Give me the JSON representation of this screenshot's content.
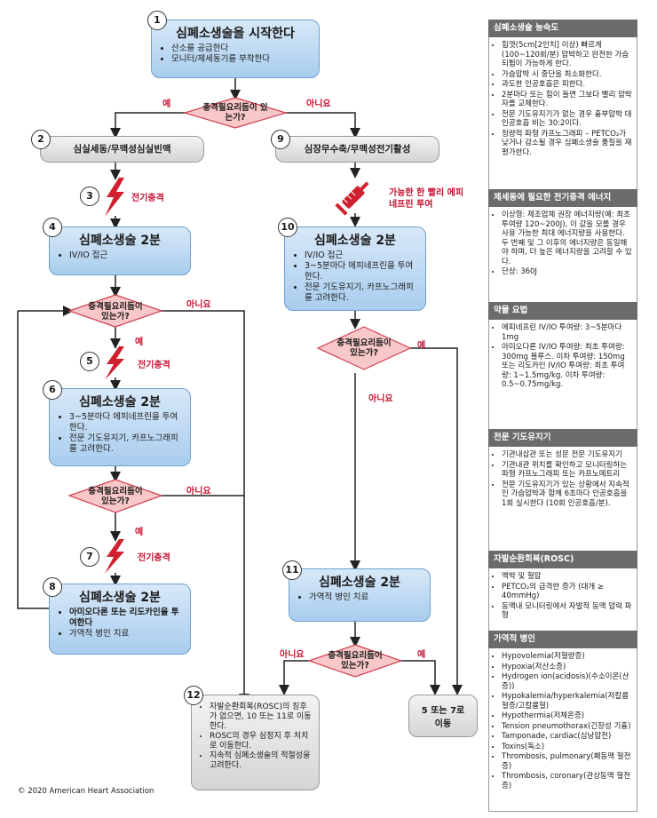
{
  "steps": {
    "s1": {
      "num": "1",
      "title": "심폐소생술을 시작한다",
      "items": [
        "산소를 공급한다",
        "모니터/제세동기를 부착한다"
      ]
    },
    "s2": {
      "num": "2",
      "title": "심실세동/무맥성심실빈맥"
    },
    "s3": {
      "num": "3",
      "label": "전기충격"
    },
    "s4": {
      "num": "4",
      "title": "심폐소생술 2분",
      "items": [
        "IV/IO 접근"
      ]
    },
    "s5": {
      "num": "5",
      "label": "전기충격"
    },
    "s6": {
      "num": "6",
      "title": "심폐소생술 2분",
      "items": [
        "3~5분마다 에피네프린을 투여한다.",
        "전문 기도유지기, 카프노그래피를 고려한다."
      ]
    },
    "s7": {
      "num": "7",
      "label": "전기충격"
    },
    "s8": {
      "num": "8",
      "title": "심폐소생술 2분",
      "items": [
        "아미오다론 또는 리도카인을 투여한다",
        "가역적 병인 치료"
      ]
    },
    "s9": {
      "num": "9",
      "title": "심장무수축/무맥성전기활성"
    },
    "s9b": {
      "label": "가능한 한 빨리 에피네프린 투여"
    },
    "s10": {
      "num": "10",
      "title": "심폐소생술 2분",
      "items": [
        "IV/IO 접근",
        "3~5분마다 에피네프린을 투여한다.",
        "전문 기도유지기, 카프노그래피를 고려한다."
      ]
    },
    "s11": {
      "num": "11",
      "title": "심폐소생술 2분",
      "items": [
        "가역적 병인 치료"
      ]
    },
    "s12": {
      "num": "12",
      "items": [
        "자발순환회복(ROSC)의 징후가 없으면, 10 또는 11로 이동한다.",
        "ROSC의 경우 심정지 후 처치로 이동한다.",
        "지속적 심폐소생술의 적절성을 고려한다."
      ]
    },
    "goto": {
      "label": "5 또는 7로 이동"
    }
  },
  "decisions": {
    "d1": {
      "text": "충격필요리듬이 있는가?",
      "yes": "예",
      "no": "아니요"
    },
    "d2": {
      "text": "충격필요리듬이 있는가?",
      "yes": "예",
      "no": "아니요"
    },
    "d3": {
      "text": "충격필요리듬이 있는가?",
      "yes": "예",
      "no": "아니요"
    },
    "d4": {
      "text": "충격필요리듬이 있는가?",
      "yes": "예",
      "no": "아니요"
    },
    "d5": {
      "text": "충격필요리듬이 있는가?",
      "yes": "예",
      "no": "아니요"
    }
  },
  "sidebar": {
    "sections": [
      {
        "title": "심폐소생술 능숙도",
        "items": [
          "힘껏(5cm[2인치] 이상) 빠르게(100~120회/분) 압박하고 완전한 가슴되튐이 가능하게 한다.",
          "가슴압박 시 중단을 최소화한다.",
          "과도한 인공호흡은 피한다.",
          "2분마다 또는 힘이 들면 그보다 빨리 압박자를 교체한다.",
          "전문 기도유지기가 없는 경우 흉부압박 대 인공호흡 비는 30:2이다.",
          "정량적 파형 카프노그래피 – PETCO₂가 낮거나 감소될 경우 심폐소생술 품질을 재평가한다."
        ]
      },
      {
        "title": "제세동에 필요한 전기충격 에너지",
        "items": [
          "이상형: 제조업체 권장 에너지량(예: 최초 투여량 120~200J), 이 값을 모를 경우 사용 가능한 최대 에너지량을 사용한다. 두 번째 및 그 이후의 에너지량은 동일해야 하며, 더 높은 에너지량을 고려할 수 있다.",
          "단상: 360J"
        ]
      },
      {
        "title": "약물 요법",
        "items": [
          "에피네프린 IV/IO 투여량: 3~5분마다 1mg",
          "아미오다론 IV/IO 투여량: 최초 투여량: 300mg 볼루스. 이차 투여량: 150mg 또는 리도카인 IV/IO 투여량: 최초 투여량: 1~1.5mg/kg. 이차 투여량: 0.5~0.75mg/kg."
        ]
      },
      {
        "title": "전문 기도유지기",
        "items": [
          "기관내삽관 또는 성문 전문 기도유지기",
          "기관내관 위치를 확인하고 모니터링하는 파형 카프노그래피 또는 카프노메트리",
          "전문 기도유지기가 있는 상황에서 지속적인 가슴압박과 함께 6초마다 인공호흡을 1회 실시한다 (10회 인공호흡/분)."
        ]
      },
      {
        "title": "자발순환회복(ROSC)",
        "items": [
          "맥박 및 혈압",
          "PETCO₂의 급격한 증가 (대개 ≥ 40mmHg)",
          "동맥내 모니터링에서 자발적 동맥 압력 파형"
        ]
      },
      {
        "title": "가역적 병인",
        "items": [
          "Hypovolemia(저혈량증)",
          "Hypoxia(저산소증)",
          "Hydrogen ion(acidosis)(수소이온(산증))",
          "Hypokalemia/hyperkalemia(저칼륨혈증/고칼륨혈)",
          "Hypothermia(저체온증)",
          "Tension pneumothorax(긴장성 기흉)",
          "Tamponade, cardiac(심낭압전)",
          "Toxins(독소)",
          "Thrombosis, pulmonary(폐동맥 혈전증)",
          "Thrombosis, coronary(관상동맥 혈전증)"
        ]
      }
    ]
  },
  "footer": {
    "copyright": "© 2020 American Heart Association"
  },
  "colors": {
    "accent": "#c8102e",
    "box_blue": "#a9cdee",
    "diamond": "#f8c8c8",
    "sidebar_head": "#6b6b6b"
  }
}
